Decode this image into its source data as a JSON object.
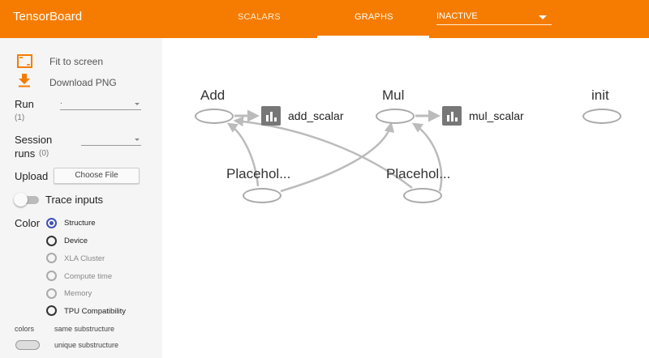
{
  "header": {
    "brand": "TensorBoard",
    "tabs": [
      {
        "label": "SCALARS",
        "active": false
      },
      {
        "label": "GRAPHS",
        "active": true
      }
    ],
    "inactive_select": "INACTIVE",
    "colors": {
      "bar": "#f57c00",
      "text": "#ffffff"
    }
  },
  "sidebar": {
    "fit_to_screen": "Fit to screen",
    "download_png": "Download PNG",
    "run_label": "Run",
    "run_count": "(1)",
    "run_value": ".",
    "session_label_1": "Session",
    "session_label_2": "runs",
    "session_count": "(0)",
    "upload_label": "Upload",
    "choose_file": "Choose File",
    "trace_inputs": "Trace inputs",
    "color_label": "Color",
    "color_options": [
      {
        "label": "Structure",
        "selected": true,
        "disabled": false
      },
      {
        "label": "Device",
        "selected": false,
        "disabled": false
      },
      {
        "label": "XLA Cluster",
        "selected": false,
        "disabled": true
      },
      {
        "label": "Compute time",
        "selected": false,
        "disabled": true
      },
      {
        "label": "Memory",
        "selected": false,
        "disabled": true
      },
      {
        "label": "TPU Compatibility",
        "selected": false,
        "disabled": false
      }
    ],
    "legend": {
      "colors": "colors",
      "same": "same substructure",
      "unique": "unique substructure"
    },
    "icon_color": "#f57c00",
    "radio_selected_color": "#3f51b5"
  },
  "graph": {
    "nodes": [
      {
        "title": "Add"
      },
      {
        "title": "Mul"
      },
      {
        "title": "init"
      },
      {
        "title": "Placehol..."
      },
      {
        "title": "Placehol..."
      }
    ],
    "summaries": [
      {
        "label": "add_scalar",
        "icon": "bar-chart-icon"
      },
      {
        "label": "mul_scalar",
        "icon": "bar-chart-icon"
      }
    ],
    "edge_color": "#bbbbbb"
  }
}
